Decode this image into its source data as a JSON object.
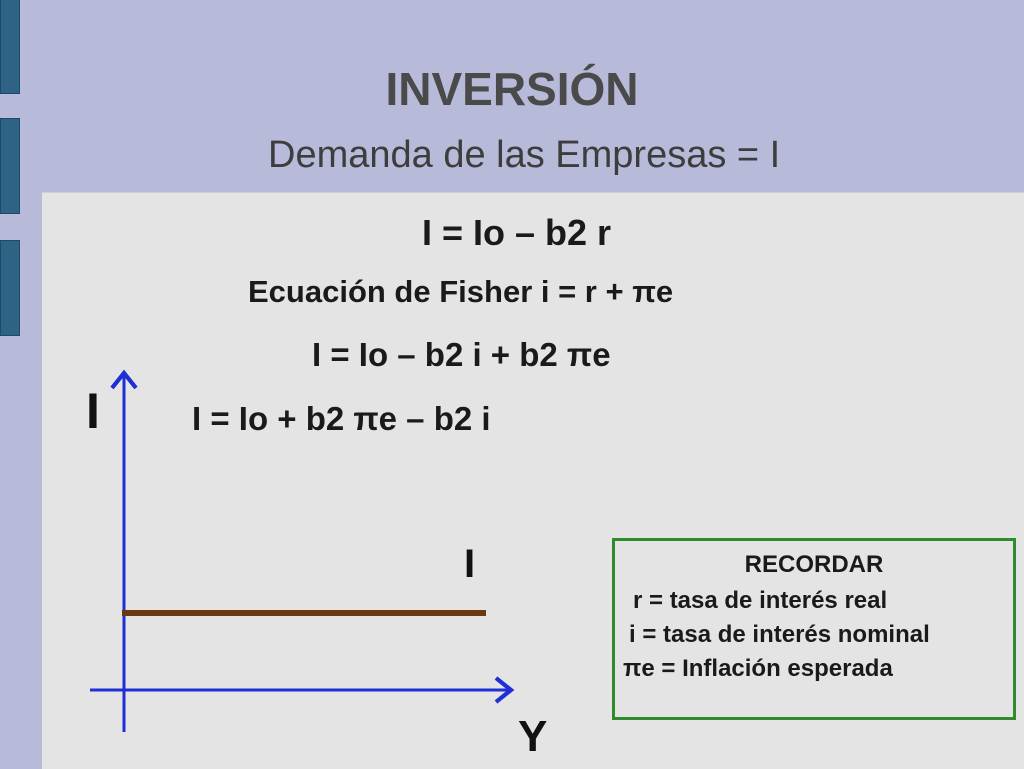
{
  "slide": {
    "title": "INVERSIÓN",
    "subtitle": "Demanda de las Empresas = I"
  },
  "equations": [
    "I = Io – b2 r",
    "Ecuación de Fisher  i = r + πe",
    "I  = Io – b2 i + b2 πe",
    "I  = Io + b2 πe – b2 i"
  ],
  "graph": {
    "y_axis_label": "I",
    "x_axis_label": "Y",
    "line_label": "I",
    "axis_color": "#1f2fd6",
    "line_color": "#6b3a12"
  },
  "recordar": {
    "title": "RECORDAR",
    "items": [
      "r   =  tasa de interés real",
      "i   =  tasa de interés nominal",
      "πe = Inflación esperada"
    ],
    "border_color": "#2e8b2e"
  }
}
